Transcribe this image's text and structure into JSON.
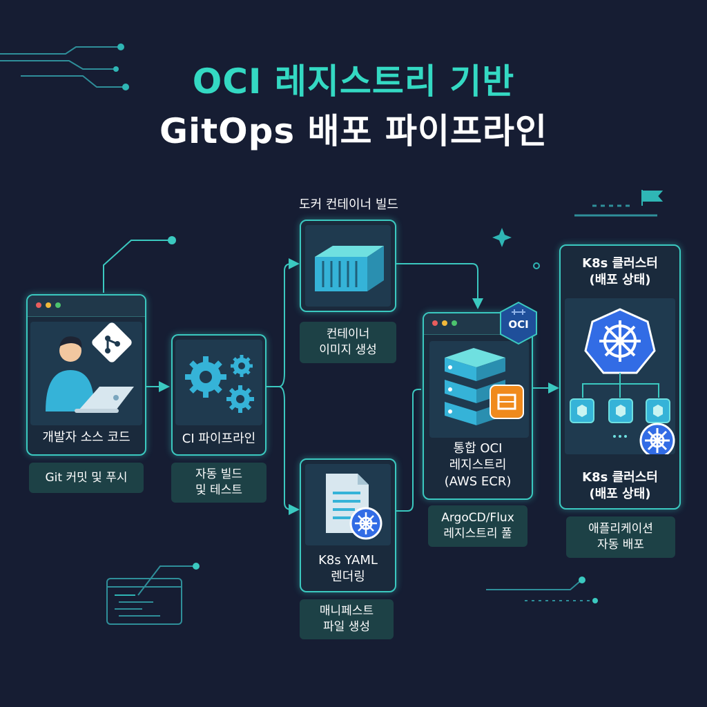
{
  "title": {
    "line1": "OCI 레지스트리 기반",
    "line2": "GitOps 배포 파이프라인"
  },
  "docker_build_label": "도커 컨테이너 빌드",
  "cards": {
    "developer": {
      "label": "개발자 소스 코드",
      "icon": "developer-laptop-git-icon"
    },
    "ci": {
      "label": "CI 파이프라인",
      "icon": "gears-icon"
    },
    "container": {
      "icon": "container-icon"
    },
    "yaml": {
      "label": "K8s YAML\n렌더링",
      "icon": "yaml-document-k8s-icon"
    },
    "registry": {
      "label": "통합 OCI\n레지스트리\n(AWS ECR)",
      "icon": "server-stack-ecr-icon",
      "badge": "OCI"
    },
    "k8s": {
      "title": "K8s 클러스터\n(배포 상태)",
      "label": "K8s 클러스터\n(배포 상태)",
      "icon": "kubernetes-helm-icon"
    }
  },
  "pills": {
    "git_commit": "Git 커밋 및 푸시",
    "auto_build": "자동 빌드\n및 테스트",
    "container_image": "컨테이너\n이미지 생성",
    "manifest": "매니페스트\n파일 생성",
    "argo_pull": "ArgoCD/Flux\n레지스트리 풀",
    "app_deploy": "애플리케이션\n자동 배포"
  },
  "colors": {
    "background": "#161d33",
    "accent": "#34d9c3",
    "card_border": "#3bc9c0",
    "k8s_blue": "#326ce5",
    "aws_orange": "#f08a1c"
  }
}
